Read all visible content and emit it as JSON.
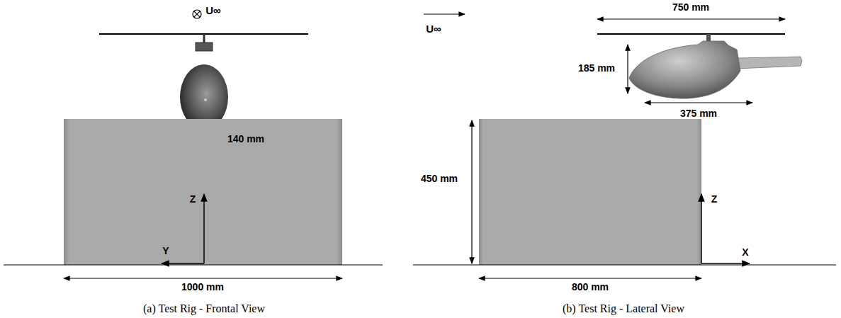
{
  "diagram": {
    "labels": [
      "U∞",
      "140 mm",
      "Z",
      "Y",
      "1000 mm",
      "(a) Test Rig - Frontal View",
      "U∞",
      "750 mm",
      "185 mm",
      "375 mm",
      "450 mm",
      "Z",
      "X",
      "800 mm",
      "(b) Test Rig - Lateral View"
    ]
  }
}
